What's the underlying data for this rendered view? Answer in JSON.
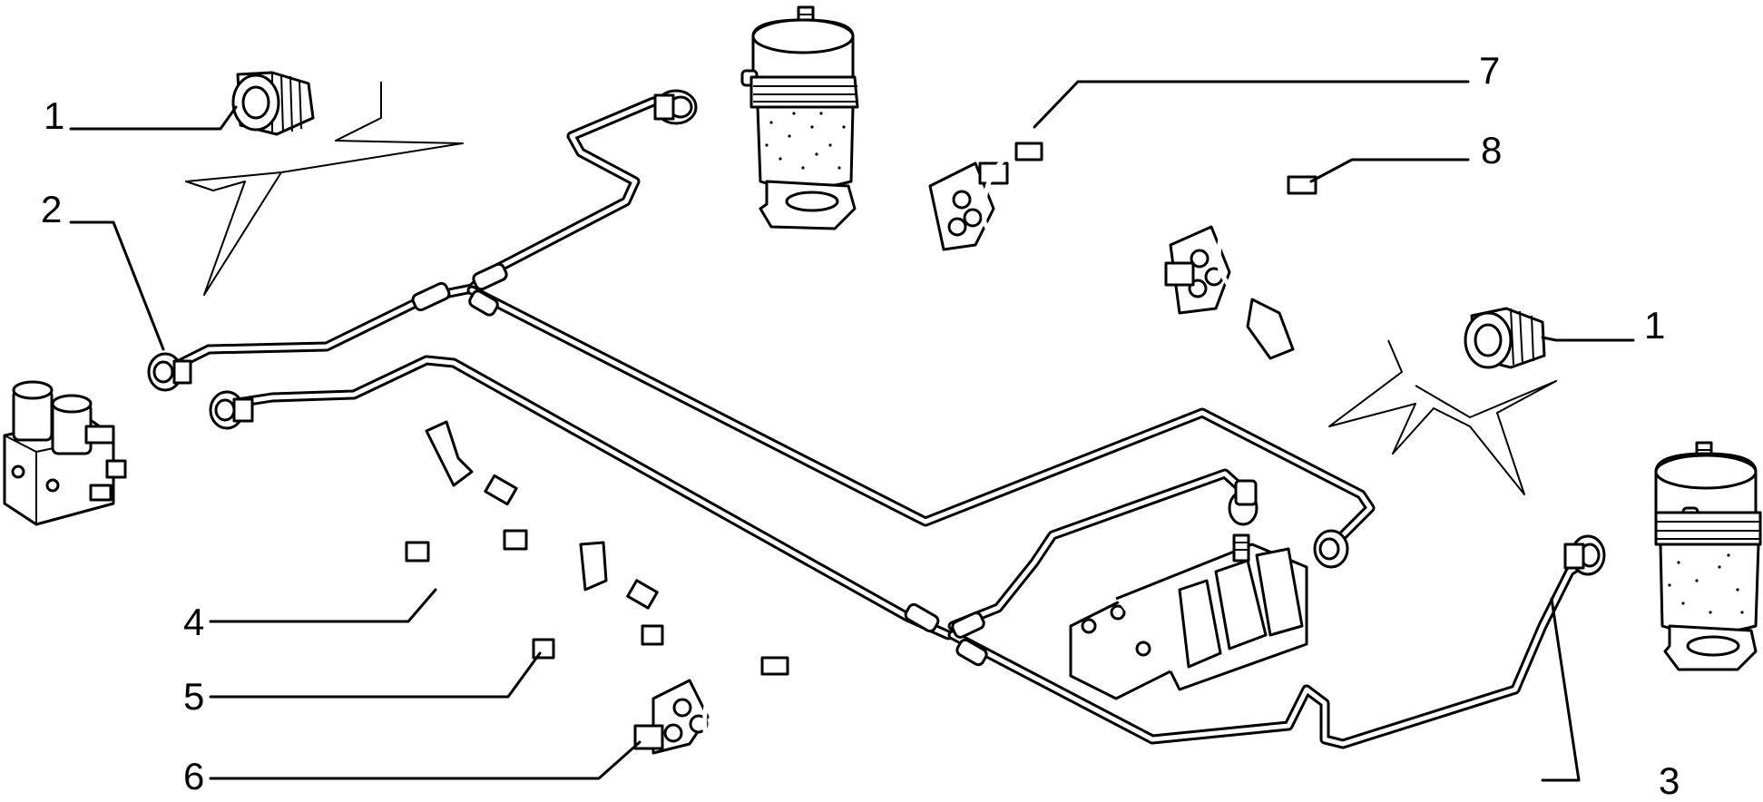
{
  "callouts": {
    "top_left_nut": "1",
    "left_pipe_end": "2",
    "right_pipe_end": "3",
    "clamp_a": "4",
    "clamp_b": "5",
    "clamp_c": "6",
    "clamp_d": "7",
    "clamp_e": "8",
    "right_nut": "1"
  }
}
